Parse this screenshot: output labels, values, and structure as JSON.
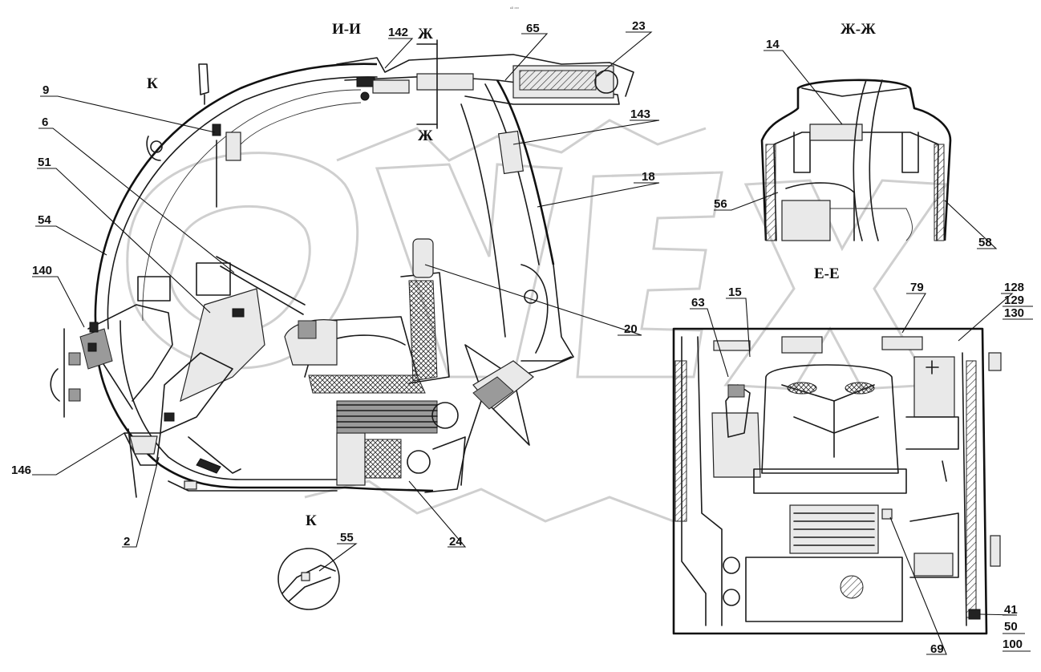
{
  "diagram": {
    "section_labels": {
      "i_i": "И-И",
      "zh_zh": "Ж-Ж",
      "e_e": "Е-Е",
      "k_top": "К",
      "k_detail": "К",
      "zh_upper": "Ж",
      "zh_lower": "Ж"
    },
    "callouts": {
      "c142": "142",
      "c65": "65",
      "c23": "23",
      "c9": "9",
      "c6": "6",
      "c143": "143",
      "c18": "18",
      "c51": "51",
      "c54": "54",
      "c140": "140",
      "c20": "20",
      "c146": "146",
      "c2": "2",
      "c24": "24",
      "c55": "55",
      "c14": "14",
      "c56": "56",
      "c58": "58",
      "c79": "79",
      "c128": "128",
      "c129": "129",
      "c130": "130",
      "c63": "63",
      "c15": "15",
      "c69": "69",
      "c41": "41",
      "c50": "50",
      "c100": "100"
    },
    "watermark_shape": "stylized-text-outline",
    "tiny_mark": "ᵉᴰ ᵒᵒᵒ"
  }
}
